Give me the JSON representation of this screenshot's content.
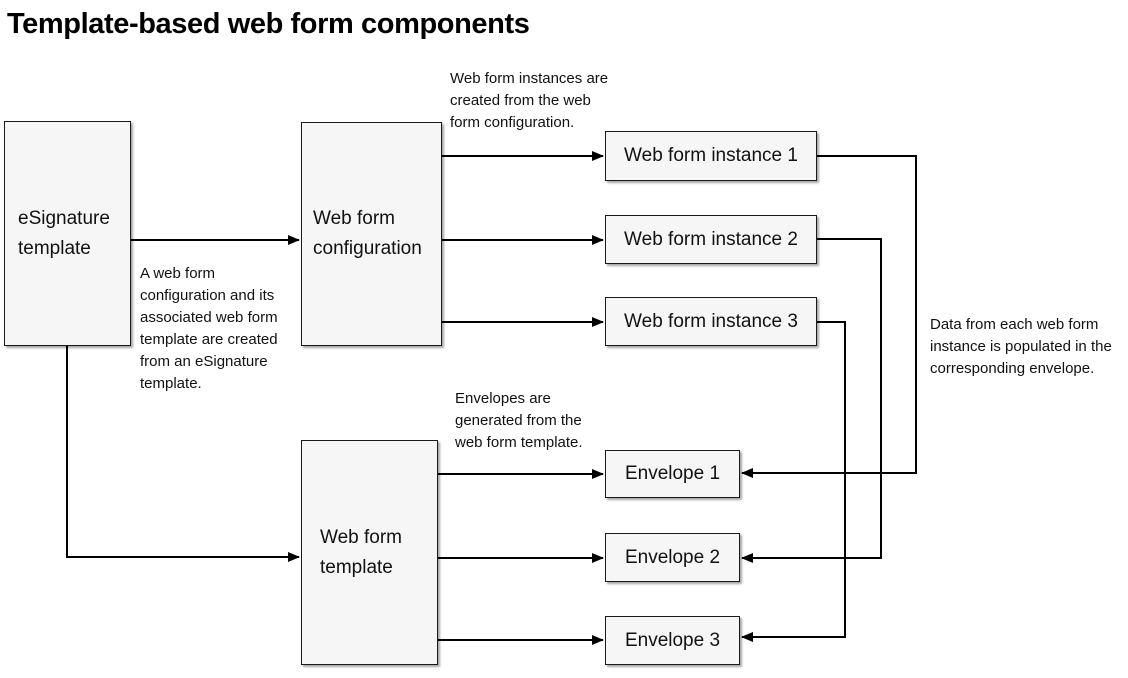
{
  "title": "Template-based web form components",
  "colors": {
    "box_fill": "#f6f6f6",
    "box_border": "#1a1a1a",
    "connector": "#000000",
    "text": "#111111"
  },
  "nodes": {
    "esignature_template": {
      "label": "eSignature template"
    },
    "web_form_configuration": {
      "label": "Web form configuration"
    },
    "web_form_template": {
      "label": "Web form template"
    },
    "web_form_instance_1": {
      "label": "Web form instance 1"
    },
    "web_form_instance_2": {
      "label": "Web form instance 2"
    },
    "web_form_instance_3": {
      "label": "Web form instance 3"
    },
    "envelope_1": {
      "label": "Envelope 1"
    },
    "envelope_2": {
      "label": "Envelope 2"
    },
    "envelope_3": {
      "label": "Envelope 3"
    }
  },
  "annotations": {
    "instances_note": "Web form instances are created from the web form configuration.",
    "creation_note": "A web form configuration and its associated web form template are created from an eSignature template.",
    "envelopes_note": "Envelopes are generated from the web form template.",
    "data_note": "Data from each web form instance is populated in the corresponding envelope."
  }
}
